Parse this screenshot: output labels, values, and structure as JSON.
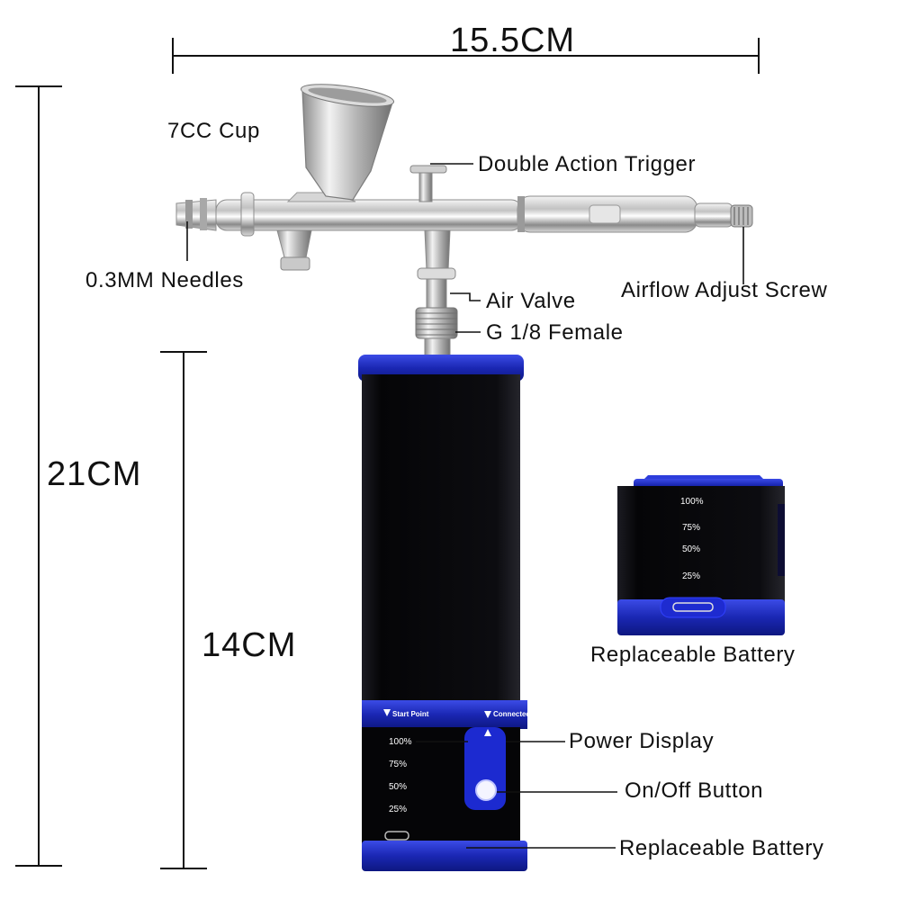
{
  "dimensions": {
    "width": "15.5CM",
    "height_total": "21CM",
    "height_body": "14CM"
  },
  "callouts": {
    "cup": "7CC Cup",
    "trigger": "Double Action Trigger",
    "needles": "0.3MM Needles",
    "air_valve": "Air Valve",
    "airflow_screw": "Airflow Adjust Screw",
    "thread": "G 1/8 Female",
    "power_display": "Power Display",
    "on_off": "On/Off Button",
    "battery_main": "Replaceable Battery"
  },
  "main_unit": {
    "start_point": "Start Point",
    "connected": "Connected",
    "levels": [
      "100%",
      "75%",
      "50%",
      "25%"
    ]
  },
  "battery_pack": {
    "caption": "Replaceable Battery",
    "levels": [
      "100%",
      "75%",
      "50%",
      "25%"
    ]
  },
  "colors": {
    "accent_blue": "#1f2fc4",
    "body_black": "#0a0a0c",
    "chrome": "#c9c9c9"
  }
}
